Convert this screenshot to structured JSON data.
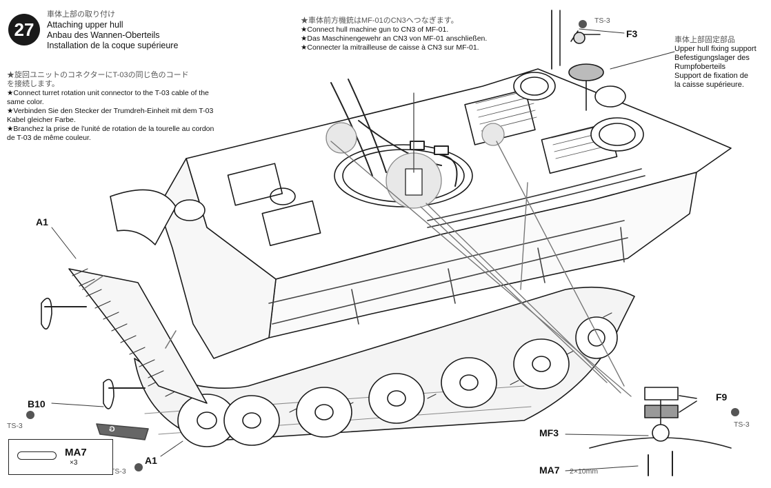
{
  "page": {
    "step_number": "27",
    "title_jp": "車体上部の取り付け",
    "title_en": "Attaching upper hull",
    "title_de": "Anbau des Wannen-Oberteils",
    "title_fr": "Installation de la coque supérieure"
  },
  "notes": {
    "turret_connector": {
      "jp1": "★旋回ユニットのコネクターにT-03の同じ色のコード",
      "jp2": "を接続します。",
      "en": "★Connect turret rotation unit connector to the T-03 cable of the same color.",
      "de": "★Verbinden Sie den Stecker der Trumdreh-Einheit mit dem T-03 Kabel gleicher Farbe.",
      "fr": "★Branchez la prise de l'unité de rotation de la tourelle au cordon de T-03 de même couleur."
    },
    "hull_mg": {
      "jp": "★車体前方機銃はMF-01のCN3へつなぎます。",
      "en": "★Connect hull machine gun to CN3 of MF-01.",
      "de": "★Das Maschinengewehr an CN3 von MF-01 anschließen.",
      "fr": "★Connecter la mitrailleuse de caisse à CN3 sur MF-01."
    },
    "upper_support": {
      "jp": "車体上部固定部品",
      "en": "Upper hull fixing support",
      "de1": "Befestigungslager des",
      "de2": "Rumpfoberteils",
      "fr1": "Support de fixation de",
      "fr2": "la caisse supérieure."
    }
  },
  "labels": {
    "f3": "F3",
    "ts3_top": "TS-3",
    "a1_top": "A1",
    "b10": "B10",
    "ts3_left": "TS-3",
    "a1_bottom": "A1",
    "ts3_bottom": "TS-3",
    "f9": "F9",
    "ts3_right": "TS-3",
    "mf3": "MF3",
    "ma7": "MA7",
    "ma7_size": "2×10mm",
    "mirror_g": "G"
  },
  "legend": {
    "part": "MA7",
    "qty": "×3"
  },
  "icons": [
    "paint-drop-icon",
    "screw-icon",
    "assembly-arrow-icon"
  ]
}
